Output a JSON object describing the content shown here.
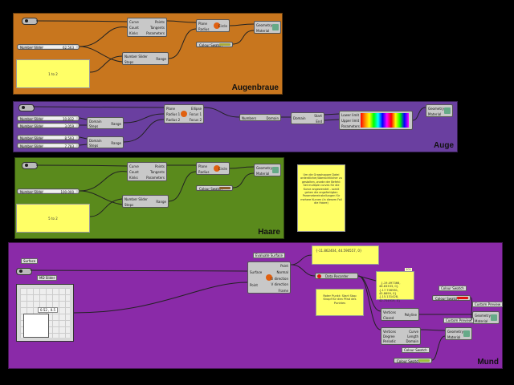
{
  "groups": {
    "augenbraue": {
      "label": "Augenbraue",
      "color": "#c8761e"
    },
    "auge": {
      "label": "Auge",
      "color": "#6a3fa0"
    },
    "haare": {
      "label": "Haare",
      "color": "#5a8a1c"
    },
    "mund": {
      "label": "Mund",
      "color": "#8a2aa8"
    }
  },
  "augenbraue": {
    "slider": {
      "label": "Number Slider",
      "value": "62.563"
    },
    "panel": "1 to 2",
    "curve_comp": {
      "inputs": [
        "Curve",
        "Count",
        "Kinks"
      ],
      "outputs": [
        "Points",
        "Tangents",
        "Parameters"
      ]
    },
    "circle_comp": {
      "inputs": [
        "Plane",
        "Radius"
      ],
      "outputs": [
        "Circle"
      ]
    },
    "range_comp": {
      "inputs": [
        "Number Slider",
        "Steps"
      ],
      "outputs": [
        "Range"
      ]
    },
    "custom_comp": {
      "inputs": [
        "Geometry",
        "Material"
      ]
    },
    "swatch": "Colour Swatch"
  },
  "auge": {
    "sliders": [
      {
        "label": "Number Slider",
        "value": "10.832"
      },
      {
        "label": "Number Slider",
        "value": "3.059"
      },
      {
        "label": "Number Slider",
        "value": "8.593"
      },
      {
        "label": "Number Slider",
        "value": "7.783"
      }
    ],
    "range1": {
      "inputs": [
        "Domain",
        "Steps"
      ],
      "outputs": [
        "Range"
      ]
    },
    "range2": {
      "inputs": [
        "Domain",
        "Steps"
      ],
      "outputs": [
        "Range"
      ]
    },
    "ellipse": {
      "inputs": [
        "Plane",
        "Radius 1",
        "Radius 2"
      ],
      "outputs": [
        "Ellipse",
        "Focus 1",
        "Focus 2"
      ]
    },
    "domain": {
      "inputs": [
        "Numbers"
      ],
      "outputs": [
        "Domain"
      ]
    },
    "deconstruct": {
      "inputs": [
        "Domain"
      ],
      "outputs": [
        "Start",
        "End"
      ]
    },
    "gradient": {
      "inputs": [
        "Lower limit",
        "Upper limit",
        "Parameters"
      ]
    },
    "custom": {
      "inputs": [
        "Geometry",
        "Material"
      ]
    }
  },
  "haare": {
    "slider": {
      "label": "Number Slider",
      "value": "100.000"
    },
    "panel": "5 to 2",
    "curve_comp": {
      "inputs": [
        "Curve",
        "Count",
        "Kinks"
      ],
      "outputs": [
        "Points",
        "Tangents",
        "Parameters"
      ]
    },
    "circle_comp": {
      "inputs": [
        "Plane",
        "Radius"
      ],
      "outputs": [
        "Circle"
      ]
    },
    "range_comp": {
      "inputs": [
        "Number Slider",
        "Steps"
      ],
      "outputs": [
        "Range"
      ]
    },
    "custom_comp": {
      "inputs": [
        "Geometry",
        "Material"
      ]
    },
    "swatch": "Colour Swatch"
  },
  "note": "Um die Grasshopper Datei ordentlicher/übersichtlicher zu gestalten, wurde der Befehl: Set multiple curves für die Kurve angewendet - somit gehen die angefertigten Parametereinstellungen für mehere Kurven (in diesem Fall die Haare)",
  "mund": {
    "surface_label": "Surface",
    "md_slider_label": "MD Slider",
    "md_value": "0.52 , 0.5",
    "eval_label": "Evaluate Surface",
    "eval": {
      "inputs": [
        "Surface",
        "Point"
      ],
      "outputs": [
        "Point",
        "Normal",
        "U direction",
        "V direction",
        "Frame"
      ]
    },
    "panel_top": "{-11.862404, 44.590557, 0}",
    "recorder": "Data Recorder",
    "recorder_count": "101",
    "panel_mid": "{-19.497366, 46.83333, 0}\n{-17.706981, 45.8699, 0}\n{-15.131428, 42.754919, 0}",
    "note2": "Roter Punkt: Start Stop Knopf für den Pfad des Punktes",
    "polyline": {
      "inputs": [
        "Vertices",
        "Closed"
      ],
      "outputs": [
        "Polyline"
      ]
    },
    "curve_len": {
      "inputs": [
        "Vertices",
        "Degree",
        "Periodic"
      ],
      "outputs": [
        "Curve",
        "Length",
        "Domain"
      ]
    },
    "custom1": {
      "inputs": [
        "Geometry",
        "Material"
      ]
    },
    "custom2": {
      "inputs": [
        "Geometry",
        "Material"
      ]
    },
    "swatch1": "Colour Swatch",
    "swatch2": "Colour Swatch",
    "cp_label1": "Custom Preview",
    "cp_label2": "Custom Preview",
    "cs_label1": "Colour Swatch",
    "cs_label2": "Colour Swatch"
  },
  "colors": {
    "wire": "#222222",
    "swatch_red": "#e01010",
    "swatch_olive": "#a8a83a",
    "swatch_green": "#9cc03a",
    "swatch_brown": "#8a5a2a"
  }
}
